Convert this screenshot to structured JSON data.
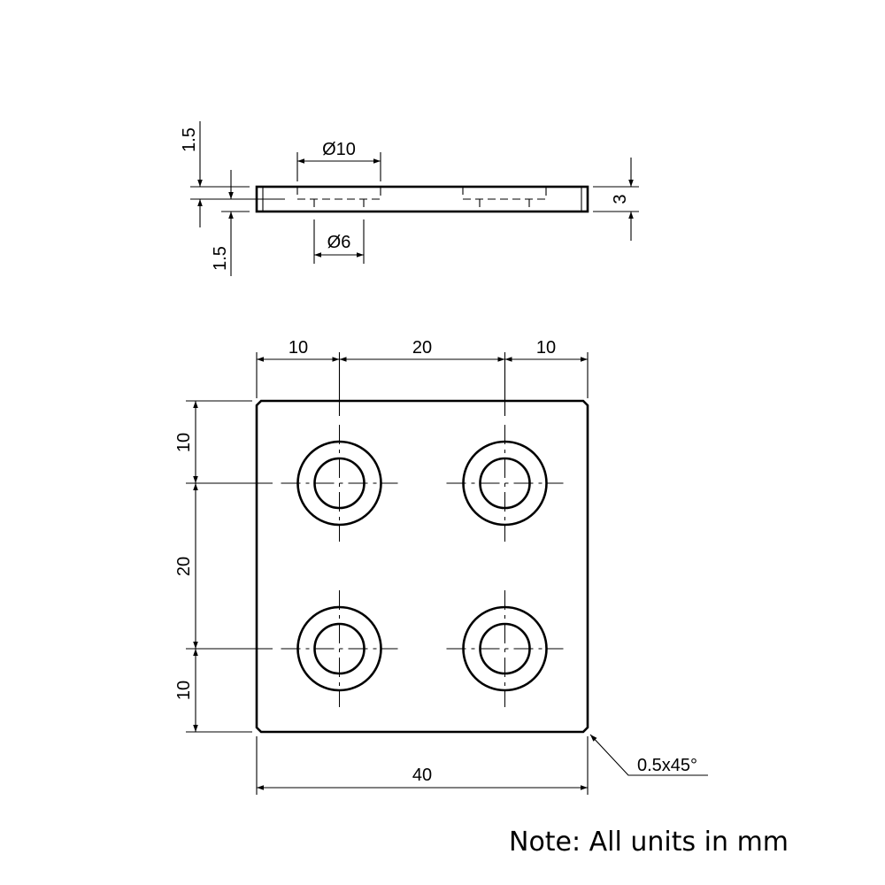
{
  "side_view": {
    "counterbore_diameter": "Ø10",
    "hole_diameter": "Ø6",
    "counterbore_depth": "1.5",
    "hole_depth": "1.5",
    "thickness": "3"
  },
  "top_view": {
    "horizontal": [
      "10",
      "20",
      "10"
    ],
    "vertical": [
      "10",
      "20",
      "10"
    ],
    "overall_width": "40",
    "chamfer": "0.5x45°"
  },
  "note": "Note: All units in mm",
  "colors": {
    "line": "#000000",
    "background": "#ffffff"
  }
}
